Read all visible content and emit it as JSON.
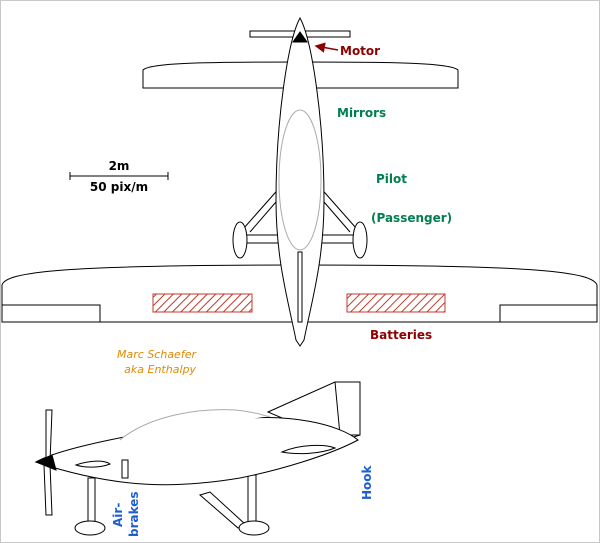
{
  "labels": {
    "motor": "Motor",
    "mirrors": "Mirrors",
    "pilot": "Pilot",
    "passenger": "(Passenger)",
    "batteries": "Batteries",
    "hook": "Hook",
    "airbrakes_line1": "Air-",
    "airbrakes_line2": "brakes"
  },
  "scale": {
    "length": "2m",
    "resolution": "50 pix/m"
  },
  "credit": {
    "line1": "Marc Schaefer",
    "line2": "aka Enthalpy"
  },
  "colors": {
    "red_label": "#8b0000",
    "green_label": "#008050",
    "blue_label": "#1e5fd0",
    "credit": "#e08a00",
    "battery_hatch": "#c0392b",
    "canopy": "#aaaaaa",
    "line": "#000000"
  }
}
